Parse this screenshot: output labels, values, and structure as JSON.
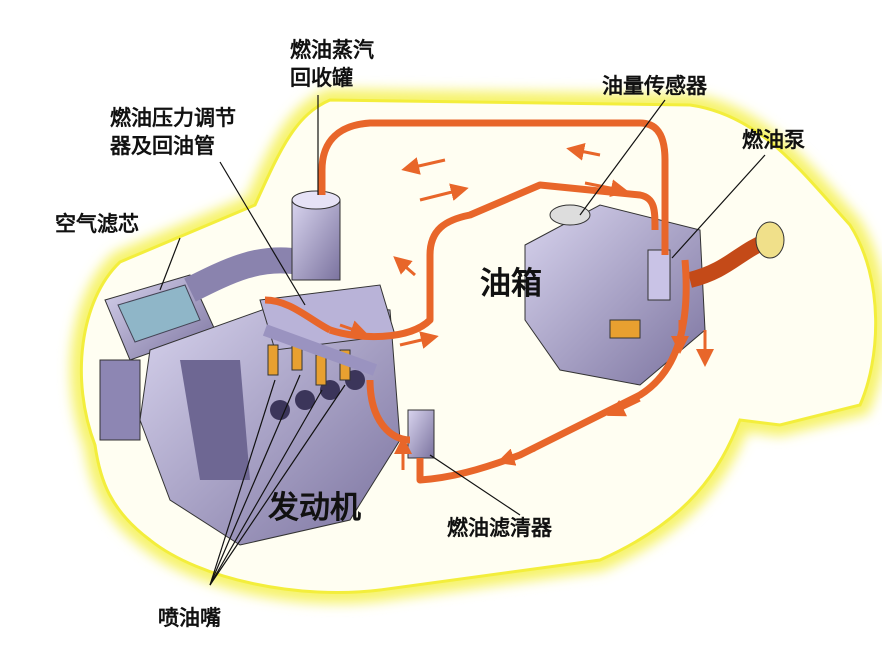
{
  "title": "燃油供给系统",
  "labels": {
    "vapor_canister_1": "燃油蒸汽",
    "vapor_canister_2": "回收罐",
    "regulator_1": "燃油压力调节",
    "regulator_2": "器及回油管",
    "air_filter": "空气滤芯",
    "fuel_gauge_sensor": "油量传感器",
    "fuel_pump": "燃油泵",
    "fuel_tank": "油箱",
    "engine": "发动机",
    "fuel_filter": "燃油滤清器",
    "injectors": "喷油嘴"
  },
  "colors": {
    "fuel_line": "#e8662a",
    "car_glow": "#f6f36a",
    "component": "#a9a3c9"
  }
}
